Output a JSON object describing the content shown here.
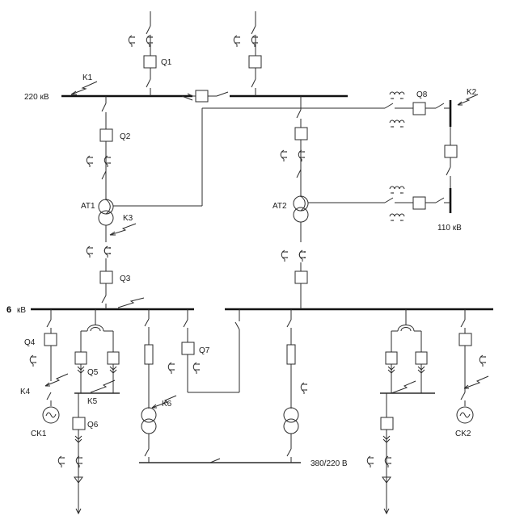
{
  "labels": {
    "k1": "K1",
    "k2": "K2",
    "k3": "K3",
    "k4": "K4",
    "k5": "K5",
    "k6": "K6",
    "q1": "Q1",
    "q2": "Q2",
    "q3": "Q3",
    "q4": "Q4",
    "q5": "Q5",
    "q6": "Q6",
    "q7": "Q7",
    "q8": "Q8",
    "at1": "AT1",
    "at2": "AT2",
    "ck1": "CK1",
    "ck2": "CK2",
    "bus_220": "220 кВ",
    "bus_110": "110 кВ",
    "bus_6": "6",
    "bus_6_unit": "кВ",
    "bus_380": "380/220 В"
  }
}
